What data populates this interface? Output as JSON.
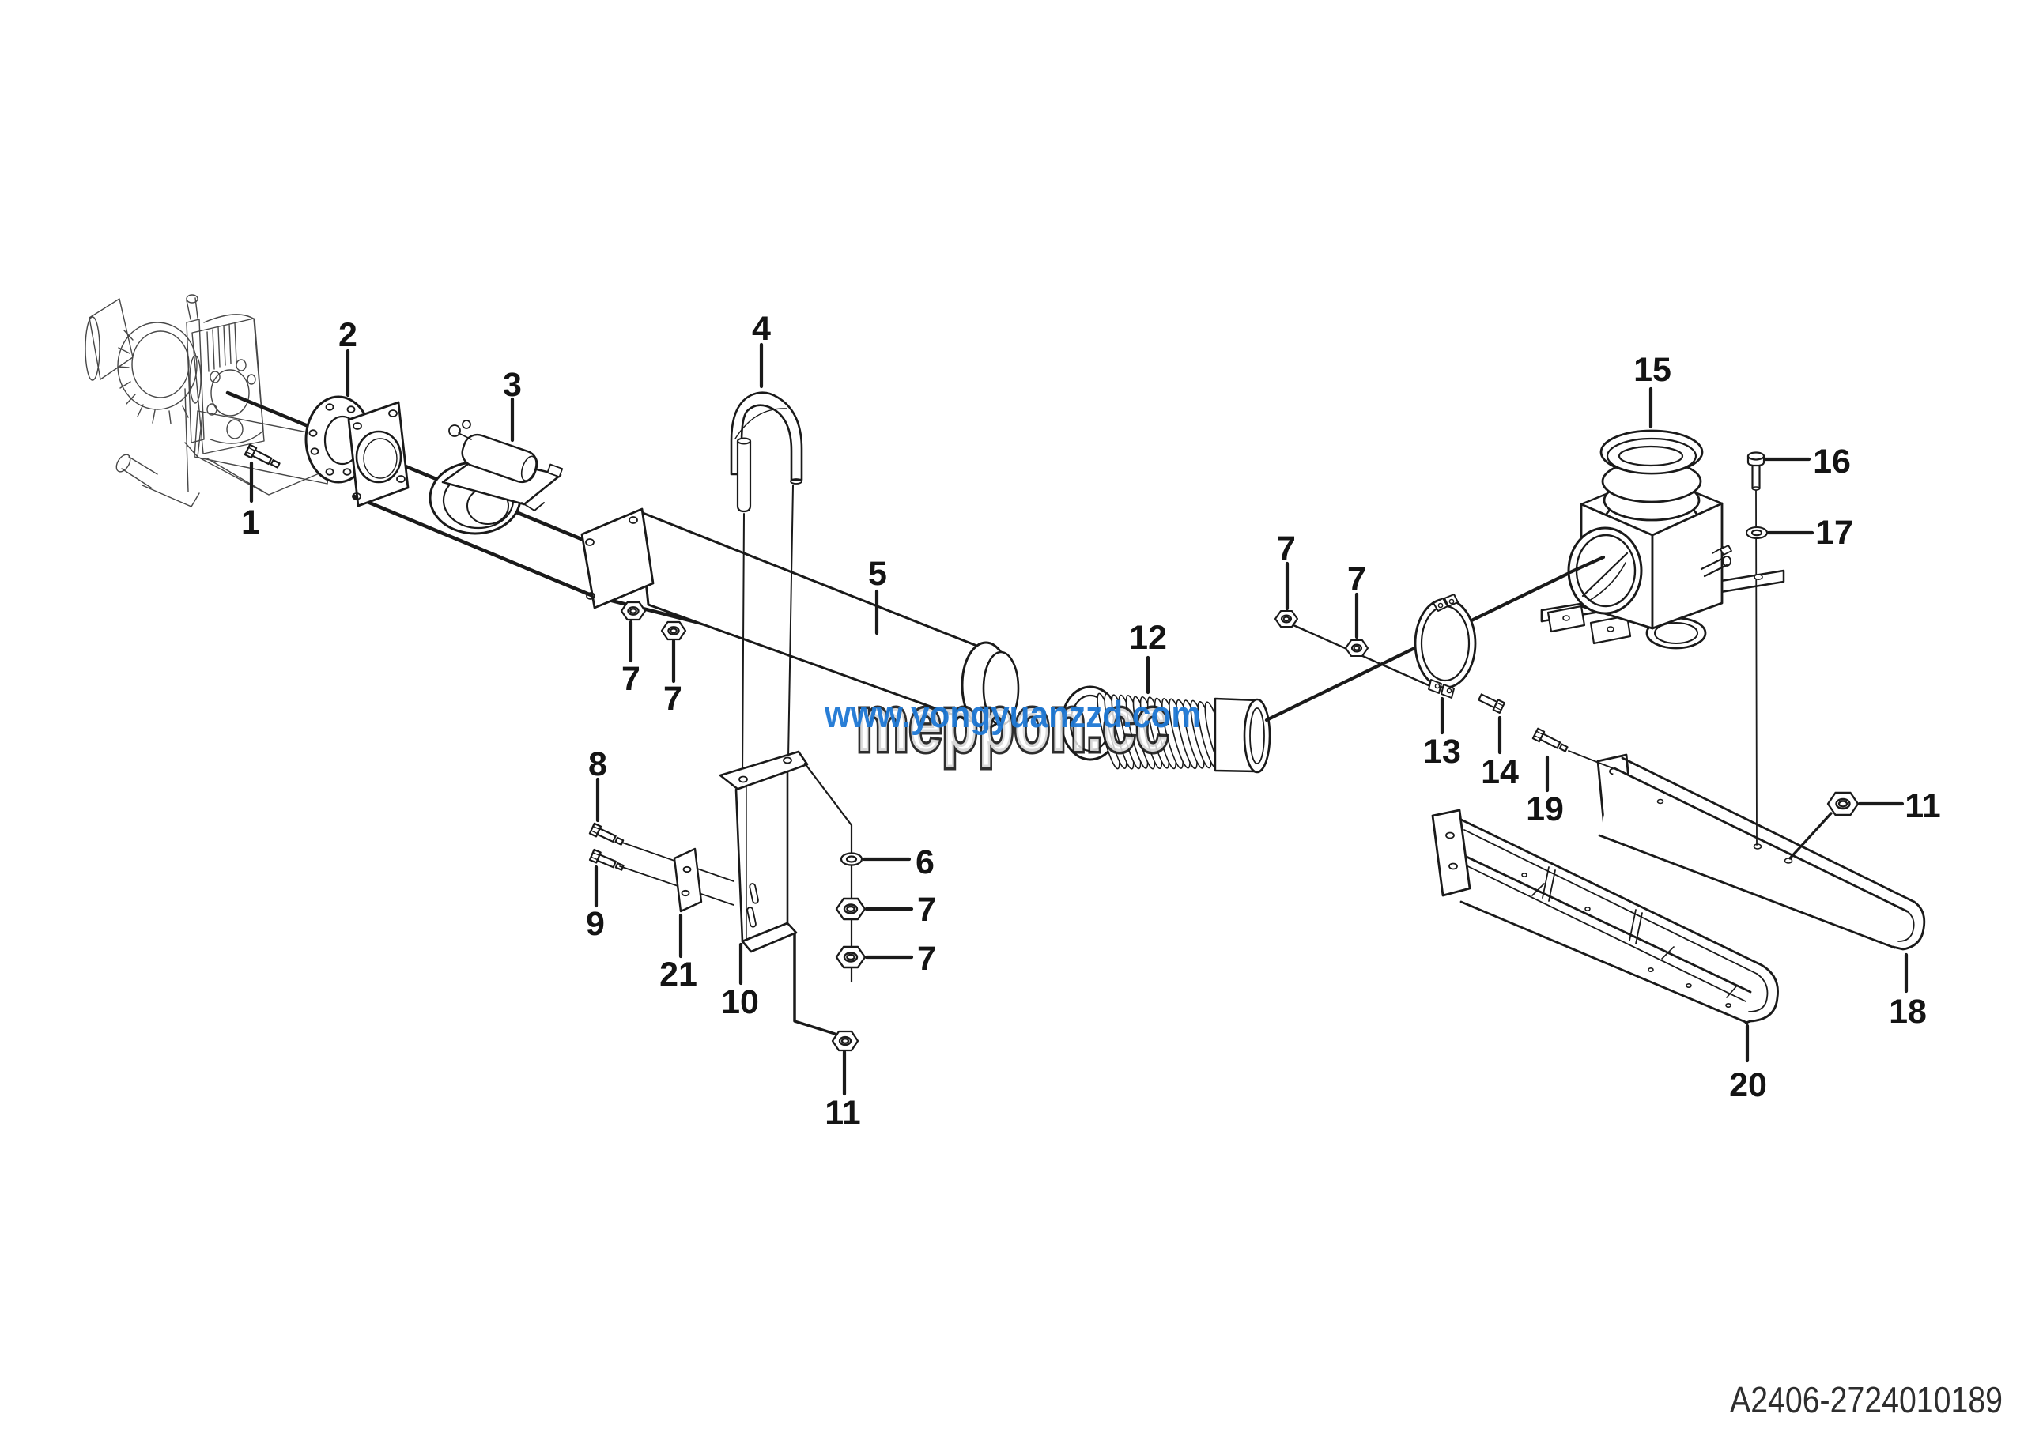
{
  "diagram": {
    "doc_number": "A2406-2724010189",
    "watermark": {
      "url_text": "www.yongyuanzzd.com",
      "outline_text": "meppon.cc",
      "url_color": "#1e78d4"
    },
    "colors": {
      "background": "#ffffff",
      "line": "#1a1a1a",
      "ghost": "#474747"
    },
    "callouts": [
      {
        "label": "1"
      },
      {
        "label": "2"
      },
      {
        "label": "3"
      },
      {
        "label": "4"
      },
      {
        "label": "5"
      },
      {
        "label": "7"
      },
      {
        "label": "7"
      },
      {
        "label": "8"
      },
      {
        "label": "9"
      },
      {
        "label": "21"
      },
      {
        "label": "10"
      },
      {
        "label": "6"
      },
      {
        "label": "7"
      },
      {
        "label": "7"
      },
      {
        "label": "11"
      },
      {
        "label": "12"
      },
      {
        "label": "7"
      },
      {
        "label": "7"
      },
      {
        "label": "13"
      },
      {
        "label": "14"
      },
      {
        "label": "15"
      },
      {
        "label": "16"
      },
      {
        "label": "17"
      },
      {
        "label": "19"
      },
      {
        "label": "11"
      },
      {
        "label": "18"
      },
      {
        "label": "20"
      }
    ]
  }
}
